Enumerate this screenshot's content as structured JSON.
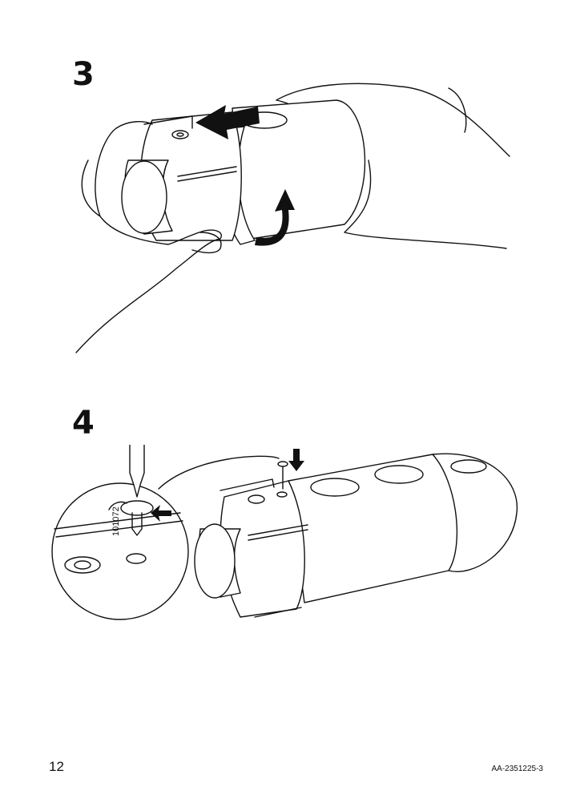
{
  "steps": [
    {
      "number": "3"
    },
    {
      "number": "4",
      "part_number": "101072"
    }
  ],
  "footer": {
    "page_number": "12",
    "doc_code": "AA-2351225-3"
  },
  "icons": [
    "arrow-left-icon",
    "rotate-arrow-icon",
    "arrow-down-icon",
    "rotate-screw-arrow-icon",
    "screwdriver-icon",
    "screw-icon"
  ]
}
